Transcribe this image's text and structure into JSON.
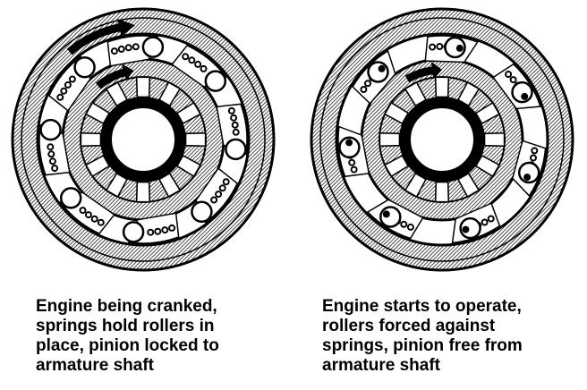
{
  "panels": [
    {
      "state": "engaged",
      "caption_lines": [
        "Engine being cranked,",
        "springs hold rollers in",
        "place, pinion locked to",
        "armature shaft"
      ]
    },
    {
      "state": "released",
      "caption_lines": [
        "Engine starts to operate,",
        "rollers forced against",
        "springs, pinion free from",
        "armature shaft"
      ]
    }
  ],
  "colors": {
    "ink": "#000000",
    "paper": "#ffffff"
  }
}
